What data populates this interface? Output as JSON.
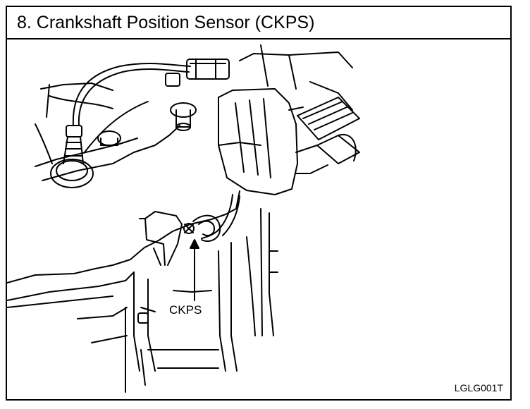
{
  "header": {
    "title": "8.  Crankshaft Position Sensor (CKPS)"
  },
  "figure": {
    "callout_label": "CKPS",
    "figure_code": "LGLG001T"
  }
}
